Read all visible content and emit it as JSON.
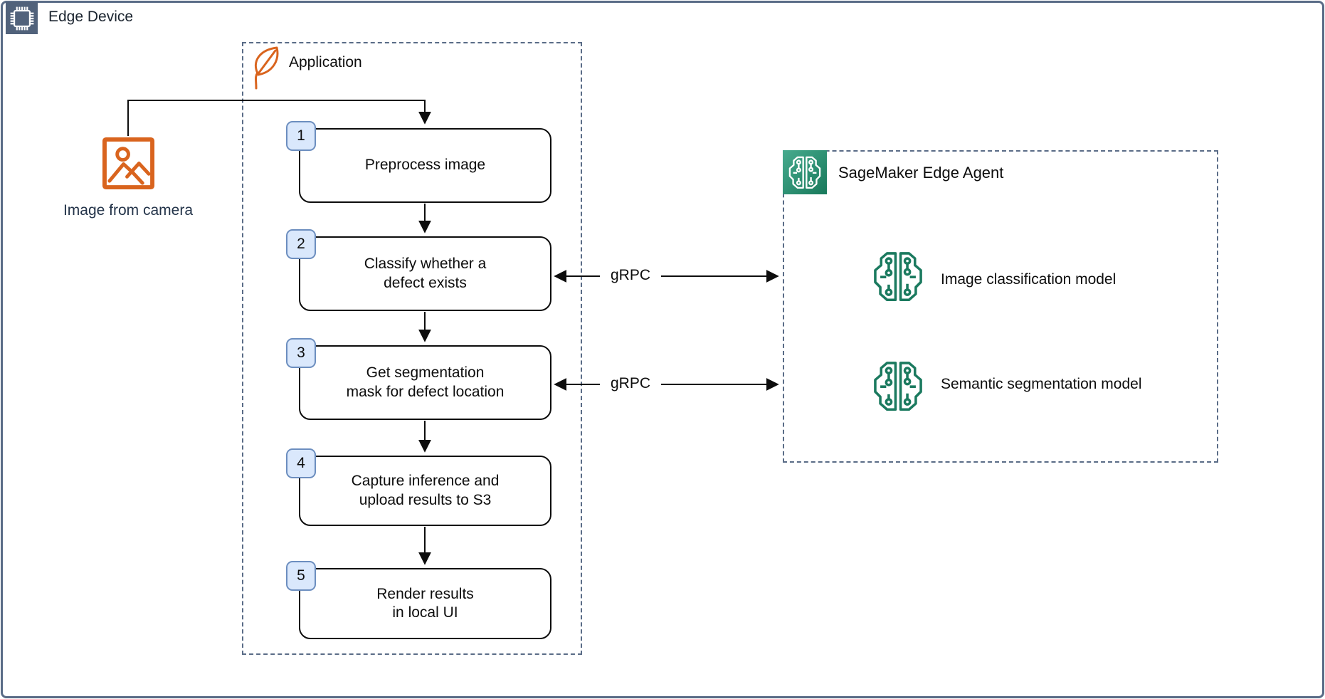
{
  "frame": {
    "title": "Edge Device"
  },
  "camera": {
    "label": "Image from camera"
  },
  "application": {
    "title": "Application",
    "steps": [
      {
        "num": "1",
        "label": "Preprocess image"
      },
      {
        "num": "2",
        "label": "Classify whether a\ndefect exists"
      },
      {
        "num": "3",
        "label": "Get segmentation\nmask for defect location"
      },
      {
        "num": "4",
        "label": "Capture inference and\nupload results to S3"
      },
      {
        "num": "5",
        "label": "Render results\nin local UI"
      }
    ]
  },
  "agent": {
    "title": "SageMaker Edge Agent",
    "models": [
      {
        "label": "Image classification model"
      },
      {
        "label": "Semantic segmentation model"
      }
    ]
  },
  "connections": {
    "grpc_label": "gRPC"
  },
  "icons": {
    "edge_device": "chip-icon",
    "application": "leaf-icon",
    "camera": "image-picture-icon",
    "sagemaker_agent": "brain-circuit-on-green-square-icon",
    "model": "brain-circuit-outline-icon"
  },
  "colors": {
    "ink": "#0d0d0d",
    "slate": "#5a6c87",
    "slate-dark": "#51627b",
    "navy-text": "#233349",
    "orange": "#d9641e",
    "green-dark": "#1b7a5f",
    "badge-fill": "#dae8fc",
    "badge-border": "#6c8ebf",
    "sm-grad-a": "#47ab8e",
    "sm-grad-b": "#18795b"
  }
}
